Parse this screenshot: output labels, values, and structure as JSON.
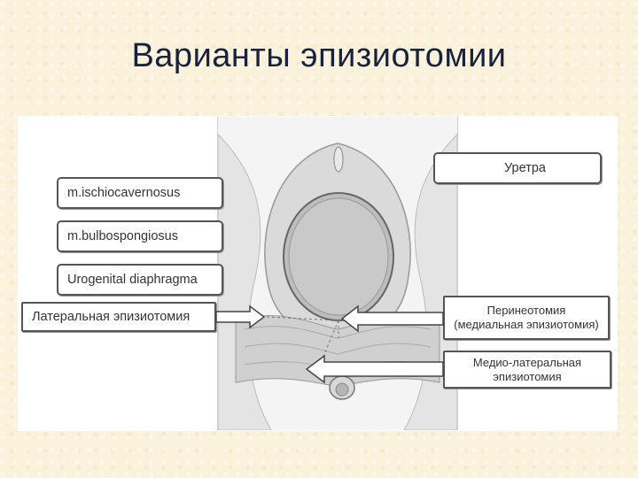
{
  "slide": {
    "title": "Варианты эпизиотомии"
  },
  "diagram": {
    "labels": {
      "ischiocavernosus": "m.ischiocavernosus",
      "bulbospongiosus": "m.bulbospongiosus",
      "urogenital": "Urogenital diaphragma",
      "lateral": "Латеральная эпизиотомия",
      "urethra": "Уретра",
      "perineotomy_line1": "Перинеотомия",
      "perineotomy_line2": "(медиальная эпизиотомия)",
      "mediolateral_line1": "Медио-латеральная",
      "mediolateral_line2": "эпизиотомия"
    }
  }
}
